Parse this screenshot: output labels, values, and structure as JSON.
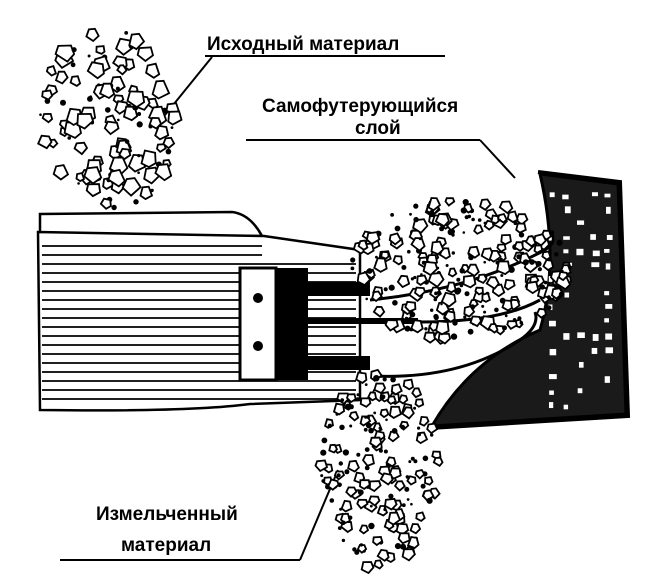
{
  "labels": {
    "feed": "Исходный материал",
    "lining_line1": "Самофутерующийся",
    "lining_line2": "слой",
    "product_line1": "Измельченный",
    "product_line2": "материал"
  },
  "colors": {
    "ink": "#000000",
    "paper": "#ffffff"
  },
  "icons": {
    "rotor_disc": "rotor-disc-icon",
    "shaft_bolts": "bolt-icon",
    "particles": "rock-fragment-icon"
  }
}
